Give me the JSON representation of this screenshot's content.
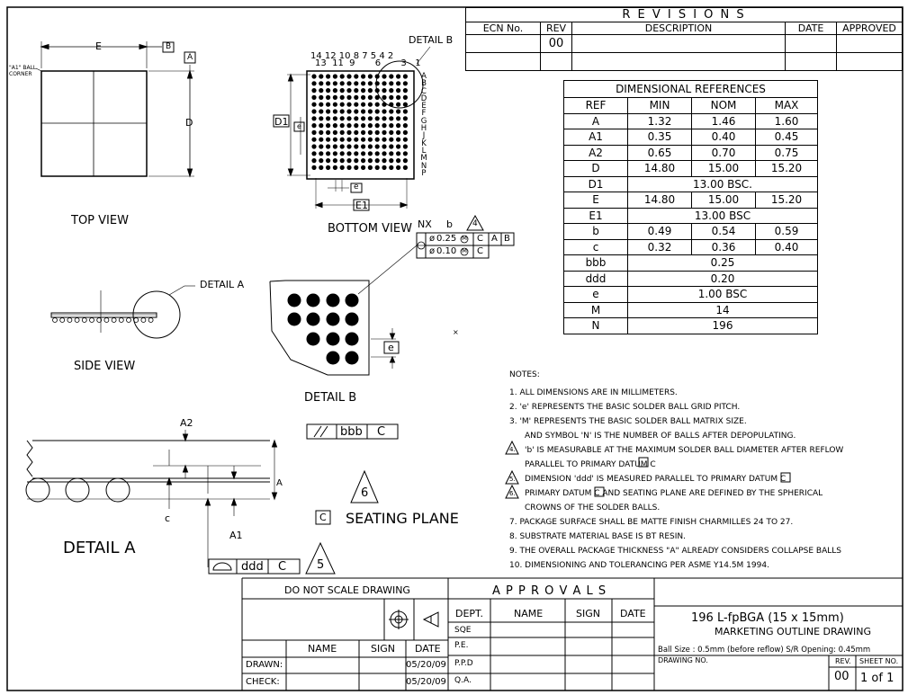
{
  "revisions": {
    "title": "R E V I S I O N S",
    "headers": [
      "ECN No.",
      "REV",
      "DESCRIPTION",
      "DATE",
      "APPROVED"
    ],
    "rev_value": "00"
  },
  "dimensional_references": {
    "title": "DIMENSIONAL REFERENCES",
    "headers": [
      "REF",
      "MIN",
      "NOM",
      "MAX"
    ],
    "rows": [
      {
        "ref": "A",
        "min": "1.32",
        "nom": "1.46",
        "max": "1.60"
      },
      {
        "ref": "A1",
        "min": "0.35",
        "nom": "0.40",
        "max": "0.45"
      },
      {
        "ref": "A2",
        "min": "0.65",
        "nom": "0.70",
        "max": "0.75"
      },
      {
        "ref": "D",
        "min": "14.80",
        "nom": "15.00",
        "max": "15.20"
      },
      {
        "ref": "D1",
        "span": "13.00 BSC."
      },
      {
        "ref": "E",
        "min": "14.80",
        "nom": "15.00",
        "max": "15.20"
      },
      {
        "ref": "E1",
        "span": "13.00 BSC"
      },
      {
        "ref": "b",
        "min": "0.49",
        "nom": "0.54",
        "max": "0.59"
      },
      {
        "ref": "c",
        "min": "0.32",
        "nom": "0.36",
        "max": "0.40"
      },
      {
        "ref": "bbb",
        "span": "0.25"
      },
      {
        "ref": "ddd",
        "span": "0.20"
      },
      {
        "ref": "e",
        "span": "1.00 BSC"
      },
      {
        "ref": "M",
        "span": "14"
      },
      {
        "ref": "N",
        "span": "196"
      }
    ]
  },
  "views": {
    "top_view": "TOP VIEW",
    "bottom_view": "BOTTOM VIEW",
    "side_view": "SIDE VIEW",
    "detail_a": "DETAIL A",
    "detail_b": "DETAIL B",
    "detail_a_callout": "DETAIL A",
    "detail_b_callout": "DETAIL B",
    "seating_plane": "SEATING PLANE",
    "a1_corner": "\"A1\" BALL\nCORNER"
  },
  "labels": {
    "E": "E",
    "D": "D",
    "B": "B",
    "A": "A",
    "D1": "D1",
    "E1": "E1",
    "e": "e",
    "NX": "NX",
    "b": "b",
    "four": "4",
    "five": "5",
    "six": "6",
    "tol1": "0.25",
    "tol2": "0.10",
    "M": "M",
    "C": "C",
    "A2": "A2",
    "A1": "A1",
    "c": "c",
    "bbb": "bbb",
    "ddd": "ddd",
    "col_numbers_top": "14 12 10  8  7  5  4  2",
    "col_numbers_bottom": "13  11  9       6       3   1",
    "row_letters": [
      "A",
      "B",
      "C",
      "D",
      "E",
      "F",
      "G",
      "H",
      "J",
      "K",
      "L",
      "M",
      "N",
      "P"
    ]
  },
  "notes": {
    "title": "NOTES:",
    "items": [
      "1.  ALL DIMENSIONS ARE IN MILLIMETERS.",
      "2.  'e' REPRESENTS THE BASIC SOLDER BALL GRID PITCH.",
      "3.  'M' REPRESENTS THE BASIC SOLDER BALL MATRIX SIZE.",
      "AND SYMBOL 'N' IS THE NUMBER OF BALLS AFTER DEPOPULATING.",
      "'b' IS MEASURABLE AT THE MAXIMUM SOLDER BALL DIAMETER AFTER REFLOW",
      "PARALLEL TO PRIMARY DATUM C",
      "DIMENSION 'ddd' IS MEASURED PARALLEL TO PRIMARY DATUM C",
      "PRIMARY DATUM C AND SEATING PLANE ARE DEFINED BY THE SPHERICAL",
      "CROWNS OF THE SOLDER BALLS.",
      "7.  PACKAGE SURFACE SHALL BE MATTE FINISH CHARMILLES 24 TO 27.",
      "8.  SUBSTRATE MATERIAL BASE IS BT RESIN.",
      "9.  THE OVERALL PACKAGE THICKNESS \"A\" ALREADY CONSIDERS COLLAPSE BALLS",
      "10.  DIMENSIONING AND TOLERANCING PER ASME Y14.5M 1994."
    ]
  },
  "title_block": {
    "do_not_scale": "DO NOT SCALE DRAWING",
    "approvals": "A P P R O V A L S",
    "name": "NAME",
    "sign": "SIGN",
    "date": "DATE",
    "dept": "DEPT.",
    "drawn": "DRAWN:",
    "check": "CHECK:",
    "drawn_date": "05/20/09",
    "check_date": "05/20/09",
    "sqe": "SQE",
    "pe": "P.E.",
    "ppd": "P.P.D",
    "qa": "Q.A.",
    "part_title": "196 L-fpBGA  (15 x 15mm)",
    "part_subtitle": "MARKETING OUTLINE DRAWING",
    "ball_size": "Ball Size : 0.5mm (before reflow)   S/R Opening: 0.45mm",
    "drawing_no": "DRAWING NO.",
    "rev_label": "REV.",
    "sheet_no_label": "SHEET NO.",
    "rev_value": "00",
    "sheet_value": "1 of 1"
  }
}
